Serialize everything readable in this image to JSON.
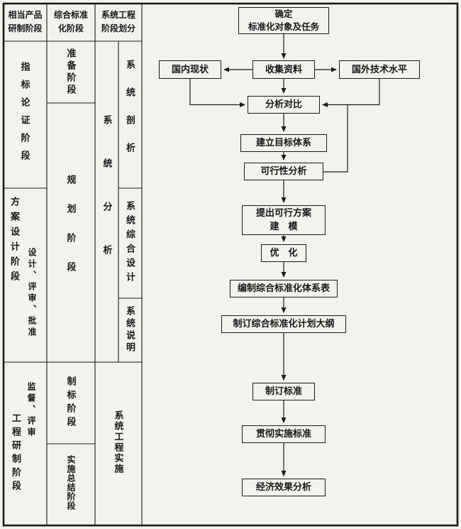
{
  "header": {
    "product": "相当产品\n研制阶段",
    "standardization": "综合标准\n化阶段",
    "system_engineering": "系统工程\n阶段划分"
  },
  "product_column": {
    "demonstration": "指标论证阶段",
    "design_main": "方案设计阶段",
    "design_sub": "设计、评审、批准",
    "development_main": "工程研制阶段",
    "development_sub": "监督、评审"
  },
  "standardization_column": {
    "preparation": "准备阶段",
    "planning": "规划阶段",
    "standard_making": "制标阶段",
    "implementation_summary": "实施总结阶段"
  },
  "system_column": {
    "analysis": "系统分析",
    "profiling": "系统剖析",
    "comprehensive_design": "系统综合设计",
    "explanation": "系统说明",
    "implementation": "系统工程实施"
  },
  "flowchart": {
    "determine": "确定\n标准化对象及任务",
    "collect": "收集资料",
    "domestic": "国内现状",
    "foreign": "国外技术水平",
    "compare": "分析对比",
    "goal_system": "建立目标体系",
    "feasibility": "可行性分析",
    "proposal": "提出可行方案\n建　模",
    "optimize": "优　化",
    "system_table": "编制综合标准化体系表",
    "plan_outline": "制订综合标准化计划大纲",
    "make_standard": "制订标准",
    "implement": "贯彻实施标准",
    "economic_analysis": "经济效果分析"
  },
  "colors": {
    "ink": "#1a1a1a",
    "paper": "#f3f2ee"
  }
}
